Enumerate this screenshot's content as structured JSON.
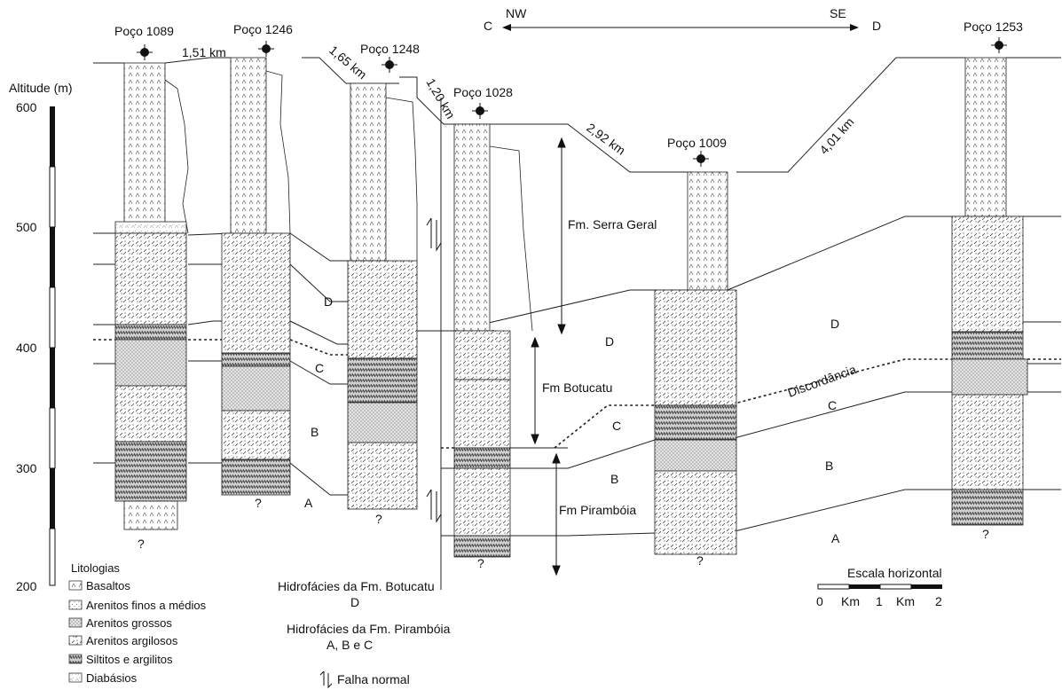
{
  "altitude": {
    "title": "Altitude (m)",
    "ticks": [
      "600",
      "500",
      "400",
      "300",
      "200"
    ]
  },
  "orientation": {
    "c": "C",
    "nw": "NW",
    "se": "SE",
    "d": "D"
  },
  "wells": [
    {
      "name": "Poço 1089"
    },
    {
      "name": "Poço 1246"
    },
    {
      "name": "Poço 1248"
    },
    {
      "name": "Poço 1028"
    },
    {
      "name": "Poço 1009"
    },
    {
      "name": "Poço 1253"
    }
  ],
  "distances": [
    "1,51 km",
    "1,65 km",
    "1,20 km",
    "2,92 km",
    "4,01 km"
  ],
  "units": {
    "serra_geral": "Fm. Serra Geral",
    "botucatu": "Fm Botucatu",
    "piramboia": "Fm Pirambóia",
    "discordancia": "Discordância"
  },
  "hydrofacies_labels": {
    "D1": "D",
    "C1": "C",
    "B1": "B",
    "A1": "A",
    "D2": "D",
    "C2": "C",
    "B2": "B",
    "D3": "D",
    "C3": "C",
    "B3": "B",
    "A3": "A"
  },
  "question_mark": "?",
  "legend": {
    "title": "Litologias",
    "items": [
      {
        "label": "Basaltos"
      },
      {
        "label": "Arenitos finos a médios"
      },
      {
        "label": "Arenitos grossos"
      },
      {
        "label": "Arenitos argilosos"
      },
      {
        "label": "Siltitos e argilitos"
      },
      {
        "label": "Diabásios"
      }
    ],
    "fault": "Falha normal"
  },
  "hydro_notes": {
    "botucatu_title": "Hidrofácies da Fm. Botucatu",
    "botucatu_value": "D",
    "piramboia_title": "Hidrofácies da Fm. Pirambóia",
    "piramboia_value": "A, B e C"
  },
  "scale": {
    "title": "Escala horizontal",
    "zero": "0",
    "km1": "Km",
    "one": "1",
    "km2": "Km",
    "two": "2"
  }
}
